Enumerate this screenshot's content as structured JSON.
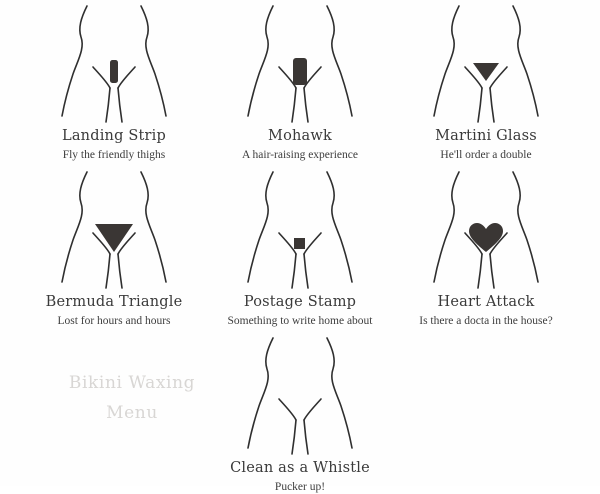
{
  "poster": {
    "watermark_line1": "Bikini Waxing",
    "watermark_line2": "Menu",
    "ink_color": "#2f2f2f",
    "fill_color": "#3a3634",
    "watermark_color": "#d8d6d4",
    "background_color": "#fefefe"
  },
  "styles": [
    {
      "name": "Landing Strip",
      "tagline": "Fly the friendly thighs",
      "shape": "vertical-bar"
    },
    {
      "name": "Mohawk",
      "tagline": "A hair-raising experience",
      "shape": "wide-bar"
    },
    {
      "name": "Martini Glass",
      "tagline": "He'll order a double",
      "shape": "small-inverted-triangle"
    },
    {
      "name": "Bermuda Triangle",
      "tagline": "Lost for hours and hours",
      "shape": "large-inverted-triangle"
    },
    {
      "name": "Postage Stamp",
      "tagline": "Something to write home about",
      "shape": "small-square"
    },
    {
      "name": "Heart Attack",
      "tagline": "Is there a docta in the house?",
      "shape": "heart"
    },
    {
      "name": "Clean as a Whistle",
      "tagline": "Pucker up!",
      "shape": "none"
    }
  ]
}
